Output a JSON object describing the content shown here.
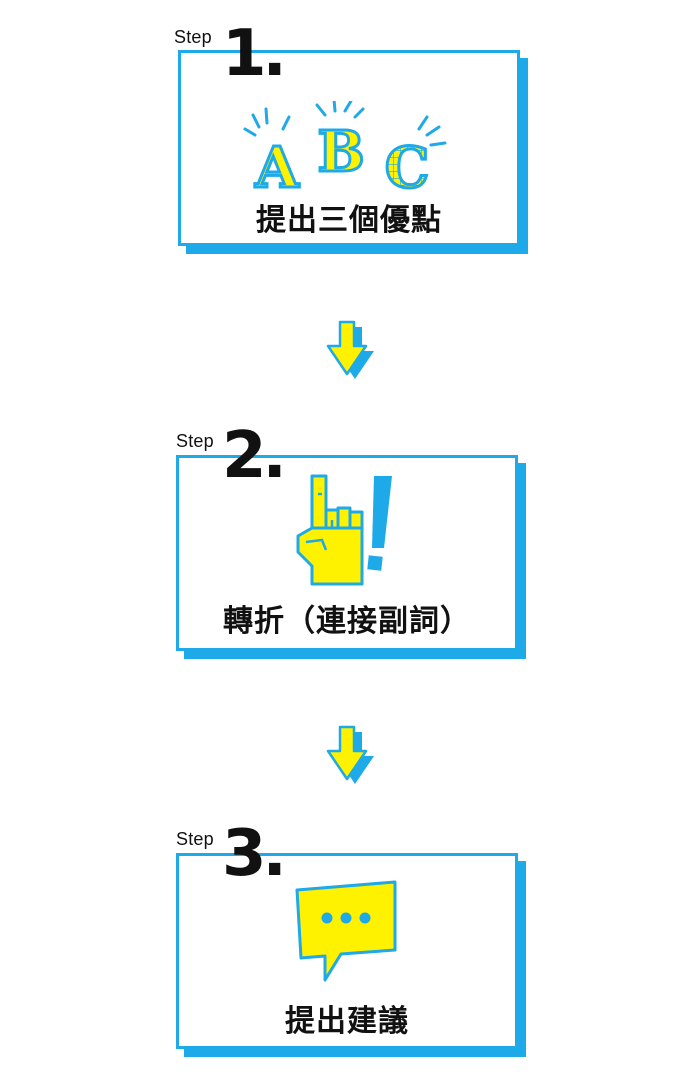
{
  "colors": {
    "accent_blue": "#1ea9e8",
    "accent_yellow": "#fff200",
    "ink": "#111111"
  },
  "steps": [
    {
      "label": "Step",
      "number": "1.",
      "icon": "abc-letters-icon",
      "title": "提出三個優點",
      "letters": [
        "A",
        "B",
        "C"
      ]
    },
    {
      "label": "Step",
      "number": "2.",
      "icon": "hand-exclamation-icon",
      "title": "轉折（連接副詞）"
    },
    {
      "label": "Step",
      "number": "3.",
      "icon": "speech-bubble-icon",
      "title": "提出建議"
    }
  ],
  "connectors": [
    {
      "icon": "down-arrow-icon"
    },
    {
      "icon": "down-arrow-icon"
    }
  ]
}
